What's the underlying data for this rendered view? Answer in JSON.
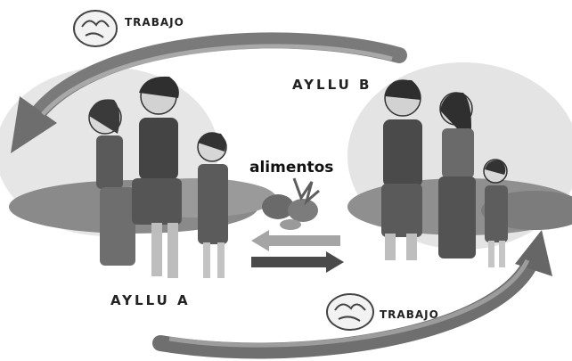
{
  "labels": {
    "trabajo_top": "TRABAJO",
    "trabajo_bottom": "TRABAJO",
    "ayllu_b": "AYLLU B",
    "ayllu_a": "AYLLU A",
    "alimentos": "alimentos"
  }
}
